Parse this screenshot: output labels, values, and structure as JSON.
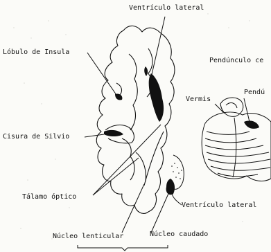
{
  "diagram": {
    "labels": {
      "ventriculo_lateral_top": "Ventrículo lateral",
      "lobulo_de_insula": "Lóbulo de Insula",
      "pedunculo_top": "Pendúnculo ce",
      "pedunculo_mid": "Pendú",
      "vermis": "Vermis",
      "cisura_de_silvio": "Cisura de Silvio",
      "talamo_optico": "Tálamo óptico",
      "ventriculo_lateral_bottom": "Ventrículo lateral",
      "nucleo_lenticular": "Núcleo lenticular",
      "nucleo_caudado": "Núcleo caudado"
    },
    "colors": {
      "ink": "#111111",
      "paper": "#fbfbf8",
      "stipple": "#d7d7d2"
    }
  }
}
